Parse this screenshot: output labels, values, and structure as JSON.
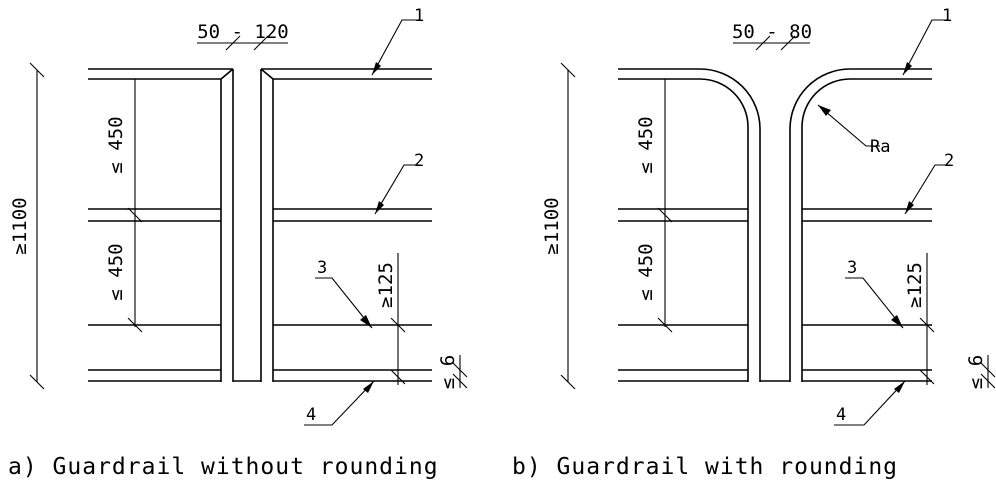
{
  "panel_a": {
    "caption": "a) Guardrail without rounding",
    "gap_dimension": "50 - 120",
    "height_dimension": "≥1100",
    "upper_spacing": "≤ 450",
    "lower_spacing": "≤ 450",
    "toeboard_height": "≥125",
    "toeboard_gap": "≤ 6",
    "callouts": [
      "1",
      "2",
      "3",
      "4"
    ]
  },
  "panel_b": {
    "caption": "b) Guardrail with rounding",
    "gap_dimension": "50 - 80",
    "height_dimension": "≥1100",
    "upper_spacing": "≤ 450",
    "lower_spacing": "≤ 450",
    "toeboard_height": "≥125",
    "toeboard_gap": "≤ 6",
    "radius_label": "Ra",
    "callouts": [
      "1",
      "2",
      "3",
      "4"
    ]
  }
}
